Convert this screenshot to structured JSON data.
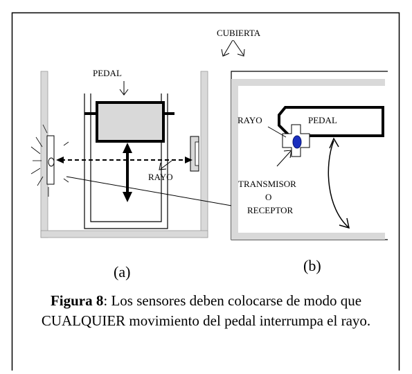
{
  "labels": {
    "cubierta": "CUBIERTA",
    "pedal_a": "PEDAL",
    "rayo_a": "RAYO",
    "rayo_b": "RAYO",
    "pedal_b": "PEDAL",
    "transmisor": "TRANSMISOR",
    "o": "O",
    "receptor": "RECEPTOR",
    "sub_a": "(a)",
    "sub_b": "(b)"
  },
  "caption": {
    "bold": "Figura 8",
    "text": ": Los sensores deben colocarse de modo que CUALQUIER movimiento del pedal interrumpa el rayo."
  },
  "colors": {
    "cover_gray": "#d9d9d9",
    "pedal_fill": "#d9d9d9",
    "sensor_blue": "#1a2fbf",
    "outline": "#000000"
  }
}
